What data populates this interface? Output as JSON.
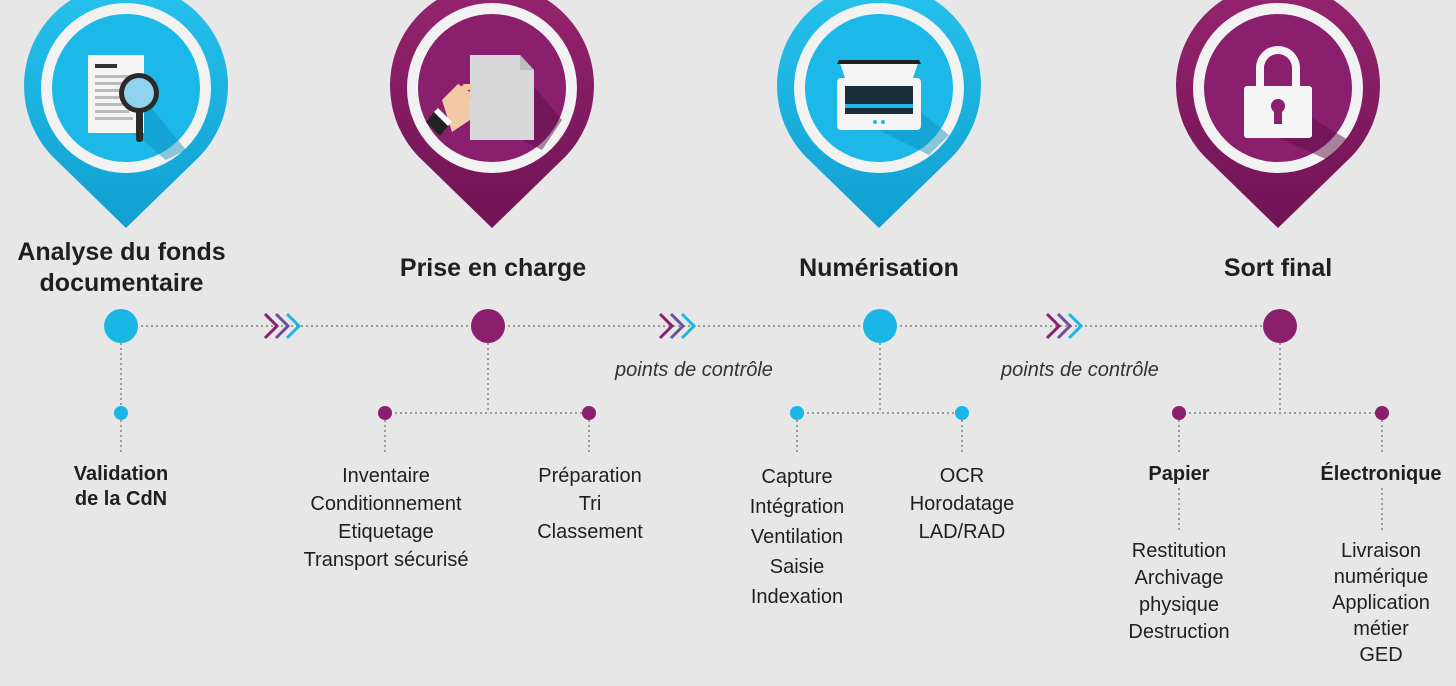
{
  "colors": {
    "blue": "#1ab7e6",
    "purple": "#8a1f6e",
    "background": "#e8e7e8",
    "dots": "#9a9a9a"
  },
  "steps": [
    {
      "title_lines": [
        "Analyse du fonds",
        "documentaire"
      ],
      "color": "blue",
      "icon": "document-search-icon"
    },
    {
      "title_lines": [
        "Prise en charge"
      ],
      "color": "purple",
      "icon": "folder-hand-icon"
    },
    {
      "title_lines": [
        "Numérisation"
      ],
      "color": "blue",
      "icon": "scanner-icon"
    },
    {
      "title_lines": [
        "Sort final"
      ],
      "color": "purple",
      "icon": "padlock-icon"
    }
  ],
  "control_labels": [
    "points de contrôle",
    "points de contrôle"
  ],
  "analyse": {
    "validation_lines": [
      "Validation",
      "de la CdN"
    ]
  },
  "prise": {
    "left_items": [
      "Inventaire",
      "Conditionnement",
      "Etiquetage",
      "Transport sécurisé"
    ],
    "right_items": [
      "Préparation",
      "Tri",
      "Classement"
    ]
  },
  "numerisation": {
    "left_items": [
      "Capture",
      "Intégration",
      "Ventilation",
      "Saisie",
      "Indexation"
    ],
    "right_items": [
      "OCR",
      "Horodatage",
      "LAD/RAD"
    ]
  },
  "sort": {
    "papier_label": "Papier",
    "papier_items": [
      "Restitution",
      "Archivage physique",
      "Destruction"
    ],
    "electronique_label": "Électronique",
    "electronique_items": [
      "Livraison numérique",
      "Application métier",
      "GED"
    ]
  }
}
